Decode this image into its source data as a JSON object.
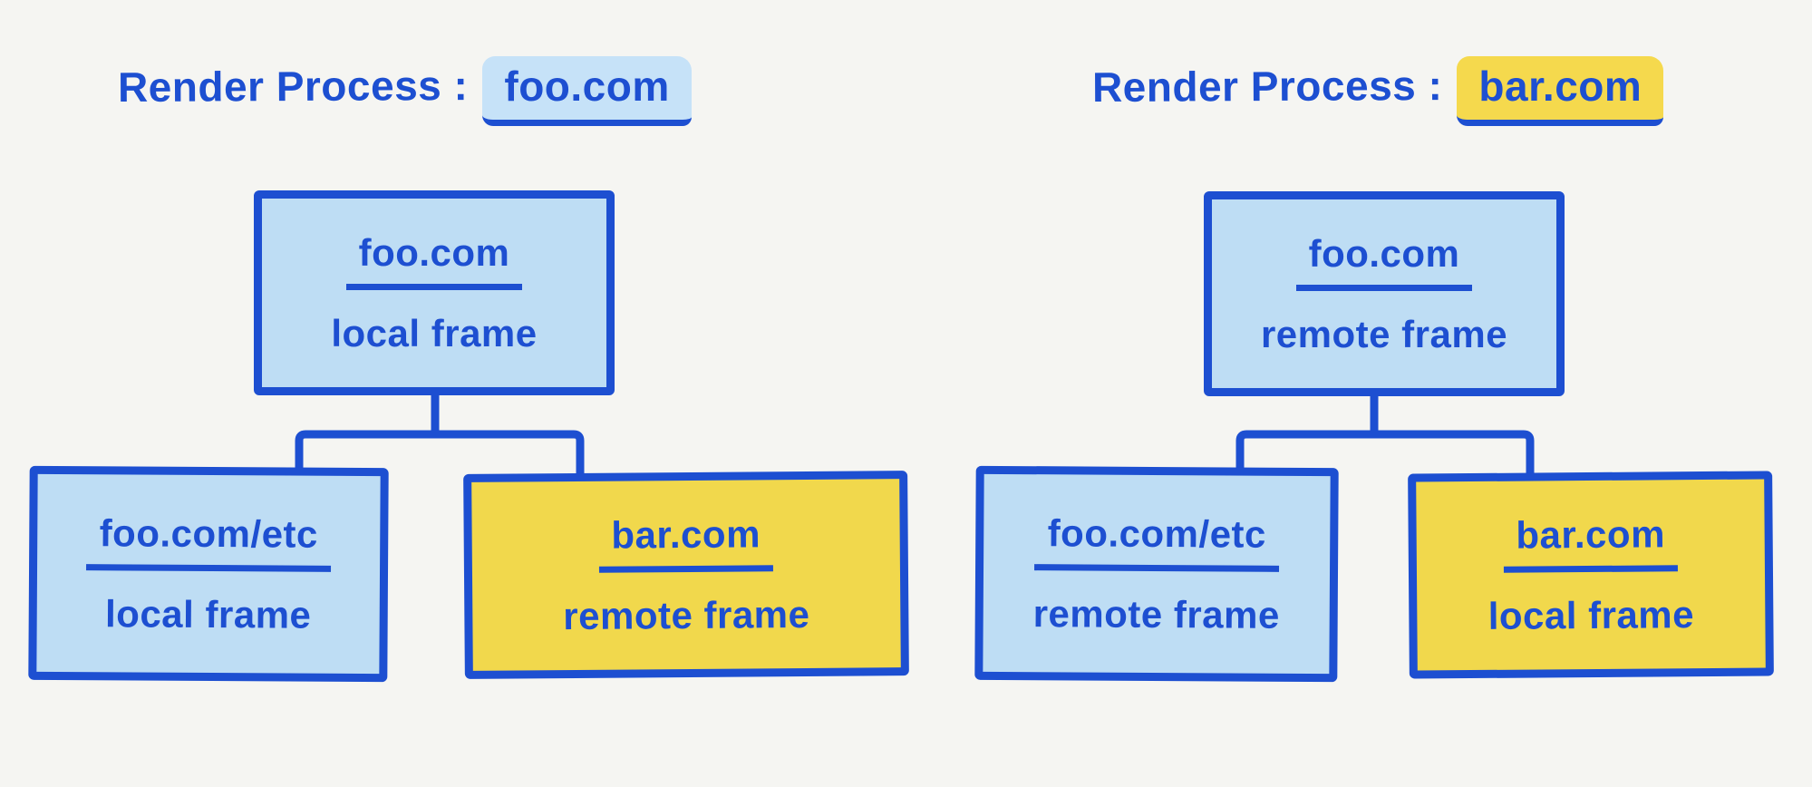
{
  "colors": {
    "background": "#F5F5F2",
    "ink": "#1D4FD1",
    "blue_fill": "#BEDDF4",
    "yellow_fill": "#F1D84C",
    "blue_highlight": "#C6E2F8",
    "yellow_highlight": "#F5D94D"
  },
  "trees": [
    {
      "title_prefix": "Render Process :",
      "title_domain": "foo.com",
      "title_highlight_color": "#C6E2F8",
      "root": {
        "domain": "foo.com",
        "frame_type": "local frame",
        "fill": "blue"
      },
      "children": [
        {
          "domain": "foo.com/etc",
          "frame_type": "local frame",
          "fill": "blue"
        },
        {
          "domain": "bar.com",
          "frame_type": "remote frame",
          "fill": "yellow"
        }
      ]
    },
    {
      "title_prefix": "Render Process :",
      "title_domain": "bar.com",
      "title_highlight_color": "#F5D94D",
      "root": {
        "domain": "foo.com",
        "frame_type": "remote frame",
        "fill": "blue"
      },
      "children": [
        {
          "domain": "foo.com/etc",
          "frame_type": "remote frame",
          "fill": "blue"
        },
        {
          "domain": "bar.com",
          "frame_type": "local frame",
          "fill": "yellow"
        }
      ]
    }
  ]
}
